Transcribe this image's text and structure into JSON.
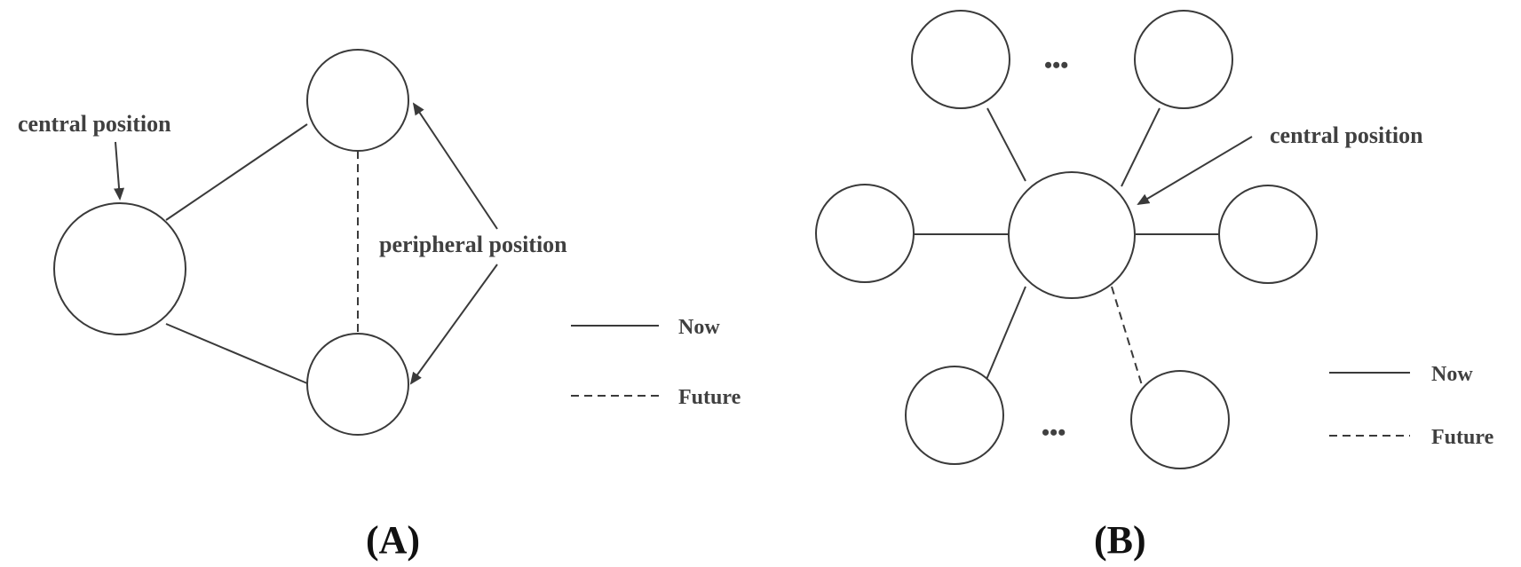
{
  "panels": {
    "a": {
      "central_label": "central position",
      "peripheral_label": "peripheral position",
      "legend_now": "Now",
      "legend_future": "Future",
      "caption": "(A)"
    },
    "b": {
      "central_label": "central position",
      "ellipsis_top": "•••",
      "ellipsis_bottom": "•••",
      "legend_now": "Now",
      "legend_future": "Future",
      "caption": "(B)"
    }
  },
  "colors": {
    "stroke": "#3a3a3a",
    "label_text": "#404040",
    "caption_text": "#111111"
  }
}
